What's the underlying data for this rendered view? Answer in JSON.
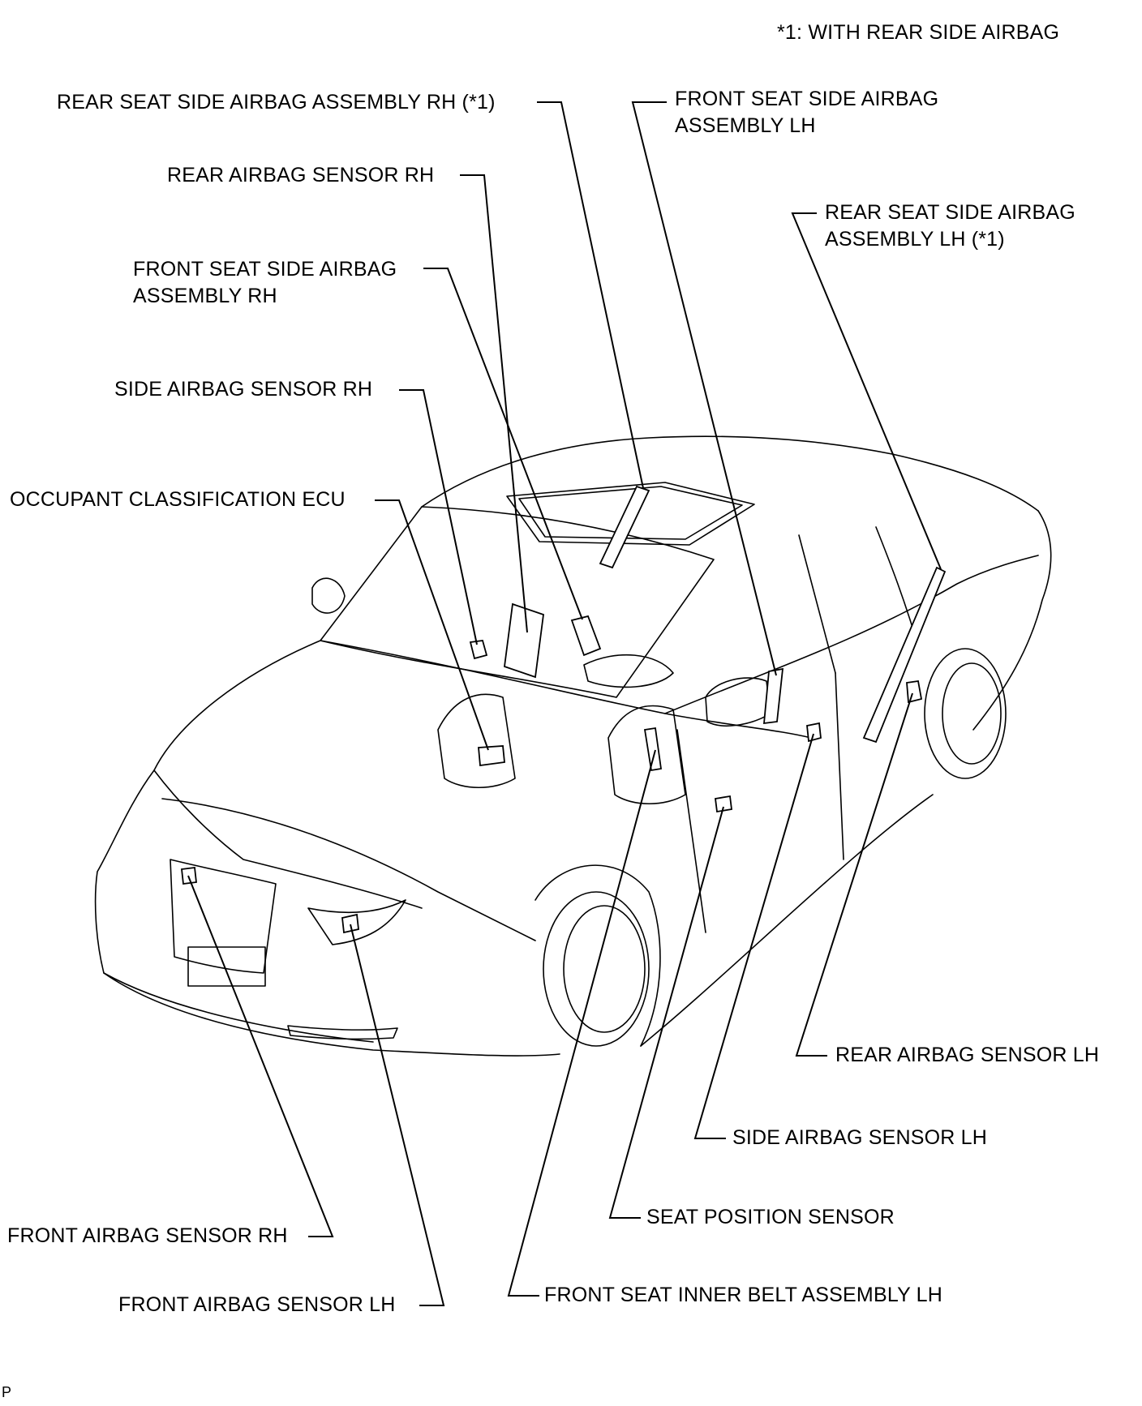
{
  "note": "*1: WITH REAR SIDE AIRBAG",
  "corner_mark": "P",
  "callouts": {
    "rear_seat_side_airbag_rh": "REAR SEAT SIDE AIRBAG ASSEMBLY RH (*1)",
    "front_seat_side_airbag_lh": [
      "FRONT SEAT SIDE AIRBAG",
      "ASSEMBLY LH"
    ],
    "rear_airbag_sensor_rh": "REAR AIRBAG SENSOR RH",
    "rear_seat_side_airbag_lh": [
      "REAR SEAT SIDE AIRBAG",
      "ASSEMBLY  LH (*1)"
    ],
    "front_seat_side_airbag_rh": [
      "FRONT SEAT SIDE AIRBAG",
      "ASSEMBLY RH"
    ],
    "side_airbag_sensor_rh": "SIDE AIRBAG SENSOR RH",
    "occupant_classification_ecu": "OCCUPANT CLASSIFICATION ECU",
    "rear_airbag_sensor_lh": "REAR AIRBAG SENSOR LH",
    "side_airbag_sensor_lh": "SIDE AIRBAG SENSOR LH",
    "seat_position_sensor": "SEAT POSITION SENSOR",
    "front_airbag_sensor_rh": "FRONT AIRBAG SENSOR  RH",
    "front_seat_inner_belt_lh": "FRONT SEAT INNER BELT ASSEMBLY LH",
    "front_airbag_sensor_lh": "FRONT AIRBAG SENSOR LH"
  }
}
